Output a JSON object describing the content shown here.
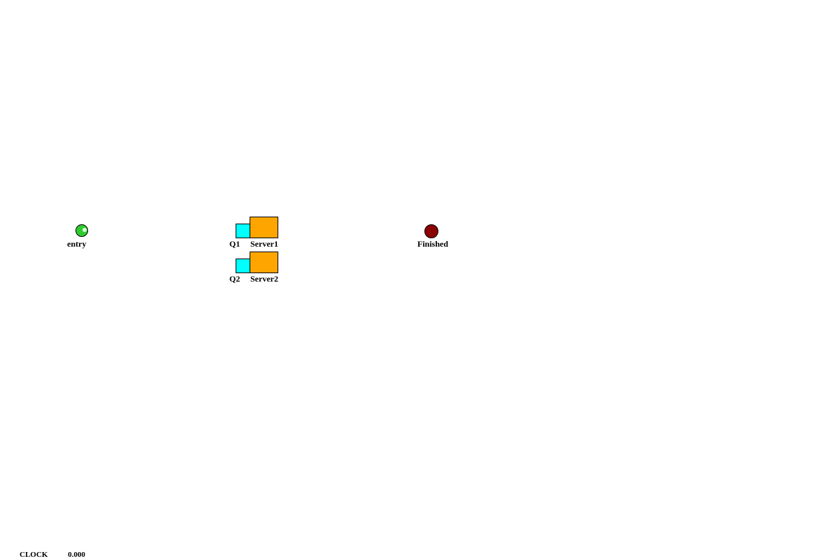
{
  "nodes": {
    "entry": {
      "label": "entry",
      "color": "#2ecc2e"
    },
    "q1": {
      "label": "Q1",
      "color": "#00ffff"
    },
    "server1": {
      "label": "Server1",
      "color": "#ffa500"
    },
    "q2": {
      "label": "Q2",
      "color": "#00ffff"
    },
    "server2": {
      "label": "Server2",
      "color": "#ffa500"
    },
    "finished": {
      "label": "Finished",
      "color": "#8b0000"
    }
  },
  "status": {
    "clock_label": "CLOCK",
    "clock_value": "0.000"
  }
}
